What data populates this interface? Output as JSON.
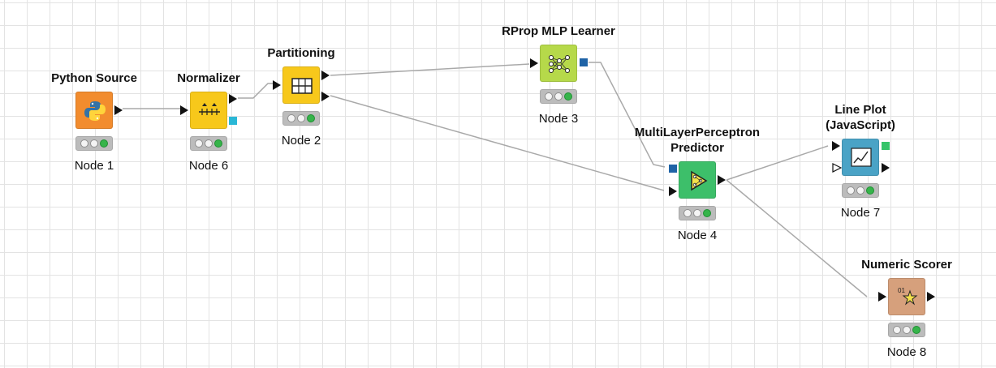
{
  "colors": {
    "python": "#f28c2e",
    "normalizer": "#f7c81b",
    "partitioning": "#f7c81b",
    "learner": "#b6d94a",
    "predictor": "#3dbf6a",
    "lineplot": "#4aa3c6",
    "scorer": "#d6a07c",
    "model_port": "#1f63a6",
    "normalizer_port": "#2ab7d6",
    "view_port": "#36c46a"
  },
  "nodes": {
    "python_source": {
      "title": "Python Source",
      "label": "Node 1",
      "icon": "python-icon"
    },
    "normalizer": {
      "title": "Normalizer",
      "label": "Node 6",
      "icon": "normalizer-icon"
    },
    "partitioning": {
      "title": "Partitioning",
      "label": "Node 2",
      "icon": "partition-icon"
    },
    "rprop_learner": {
      "title": "RProp MLP Learner",
      "label": "Node 3",
      "icon": "neural-net-icon"
    },
    "mlp_predictor": {
      "title_line1": "MultiLayerPerceptron",
      "title_line2": "Predictor",
      "label": "Node 4",
      "icon": "predictor-icon"
    },
    "line_plot": {
      "title_line1": "Line Plot",
      "title_line2": "(JavaScript)",
      "label": "Node 7",
      "icon": "line-chart-icon"
    },
    "numeric_scorer": {
      "title": "Numeric Scorer",
      "label": "Node 8",
      "icon": "scorer-icon"
    }
  }
}
